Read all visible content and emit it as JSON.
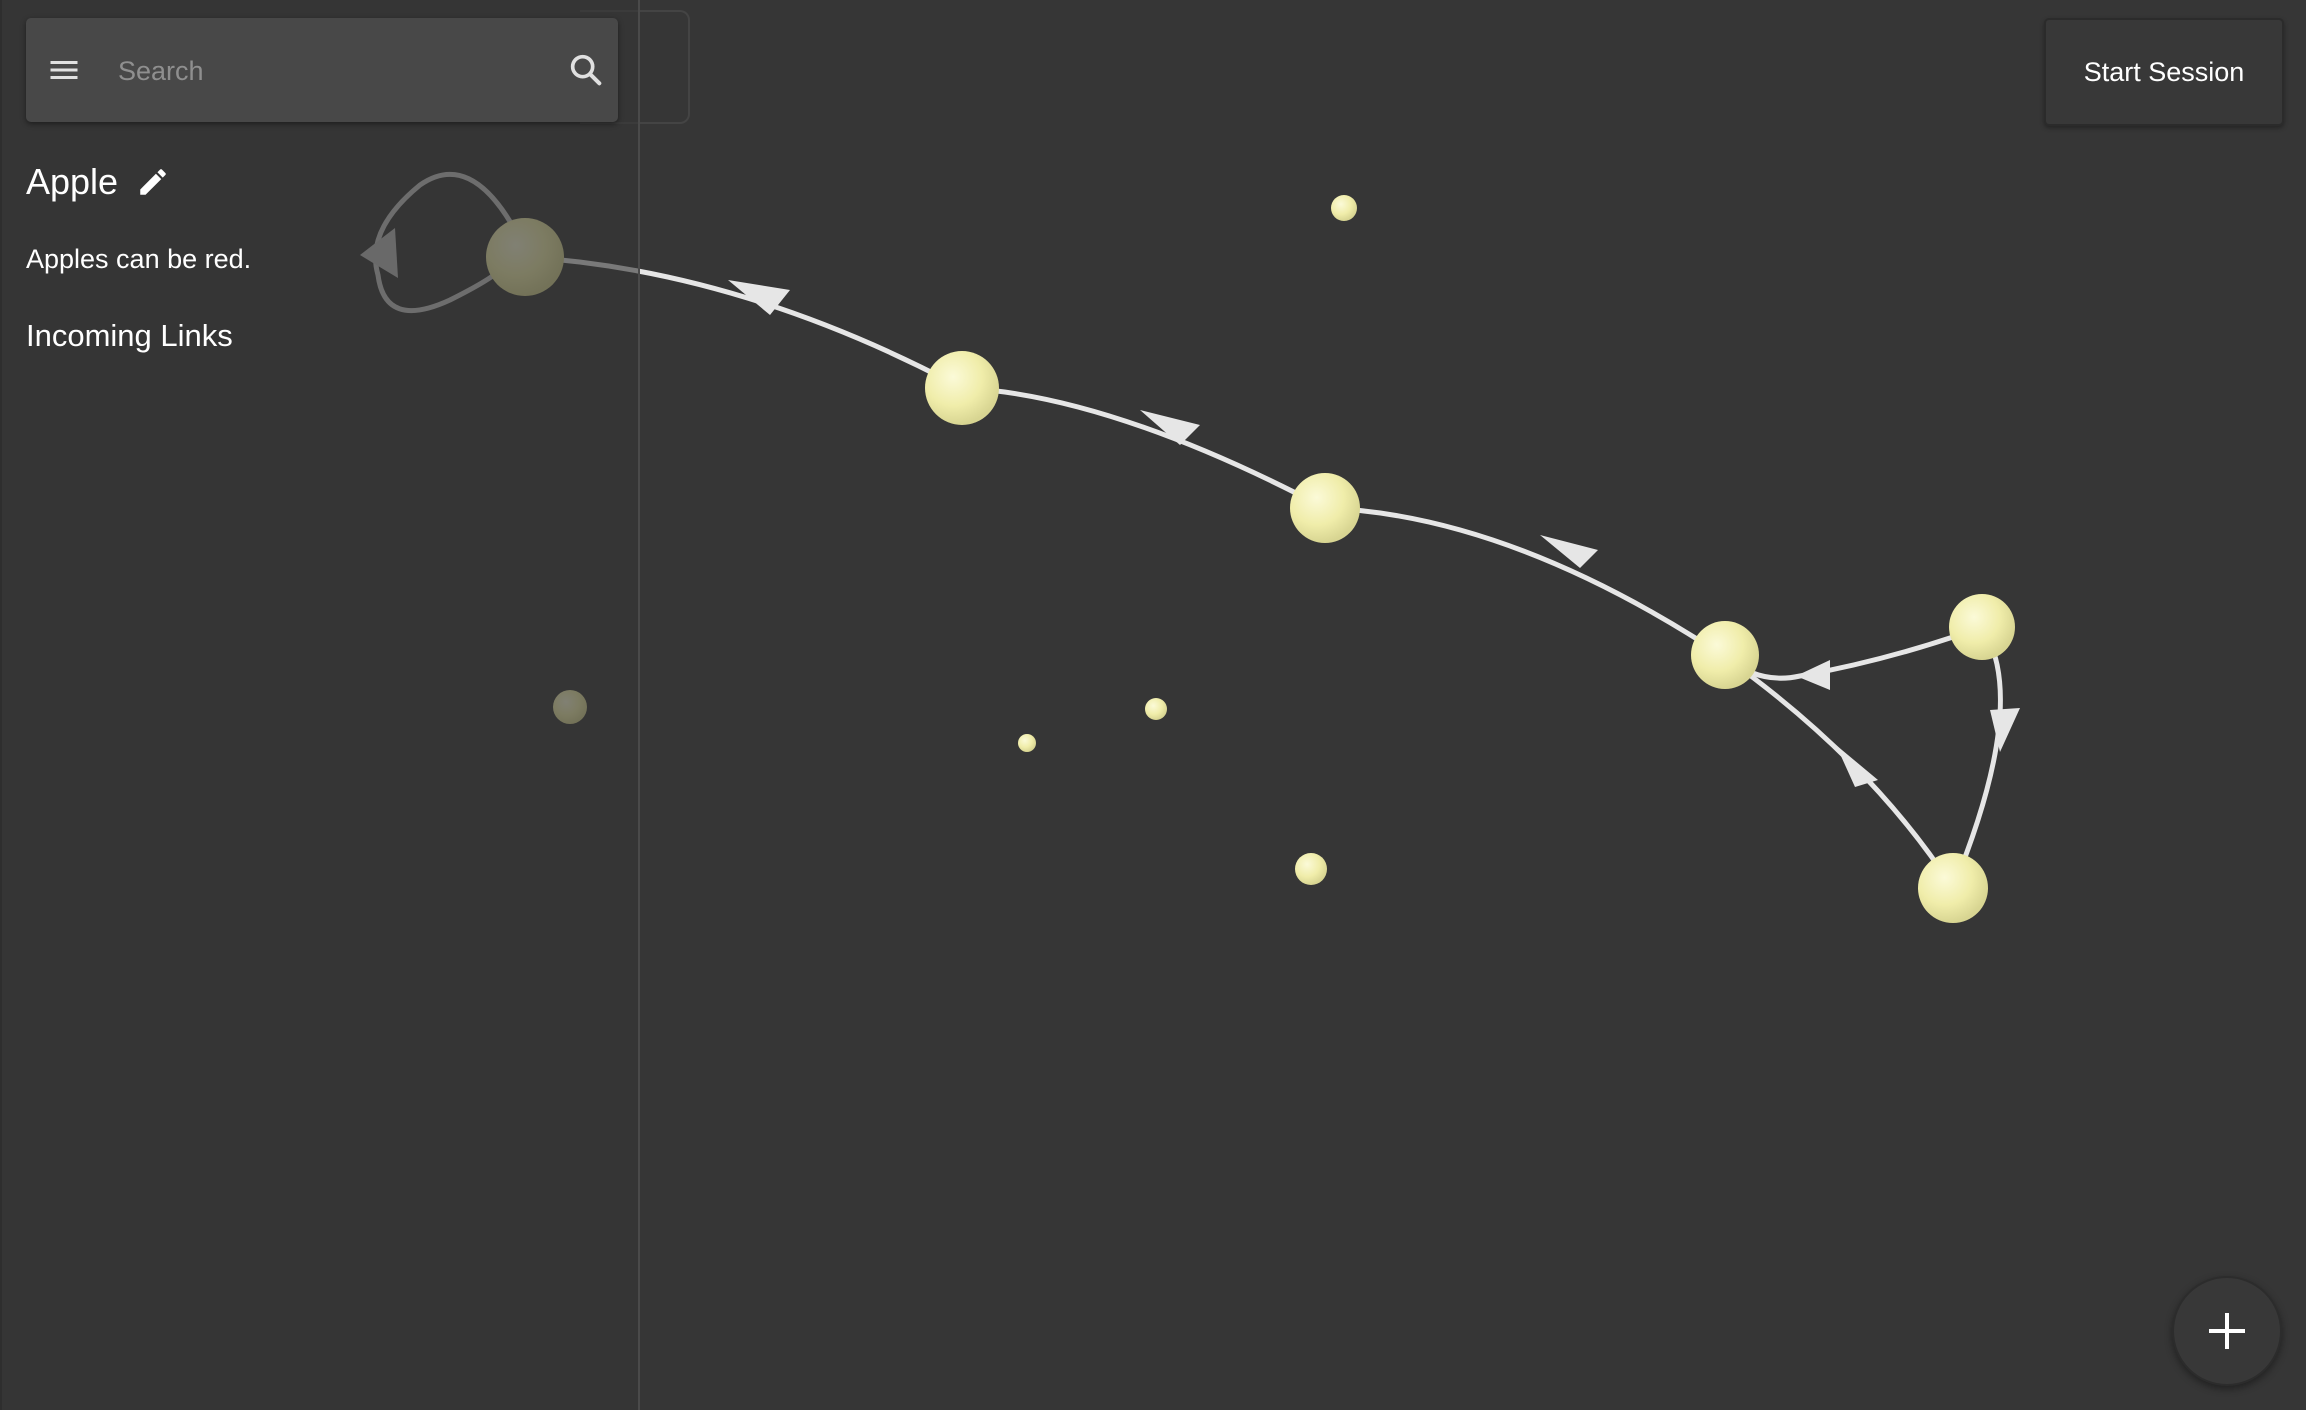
{
  "search": {
    "placeholder": "Search"
  },
  "panel": {
    "title": "Apple",
    "description": "Apples can be red.",
    "incoming_heading": "Incoming Links"
  },
  "toolbar": {
    "start_session_label": "Start Session"
  },
  "icons": {
    "menu": "menu-icon",
    "search": "search-icon",
    "edit": "pencil-icon",
    "add": "plus-icon"
  },
  "colors": {
    "background": "#363636",
    "node": "#f3f1b4",
    "link": "#e8e8e8",
    "text": "#ffffff"
  }
}
